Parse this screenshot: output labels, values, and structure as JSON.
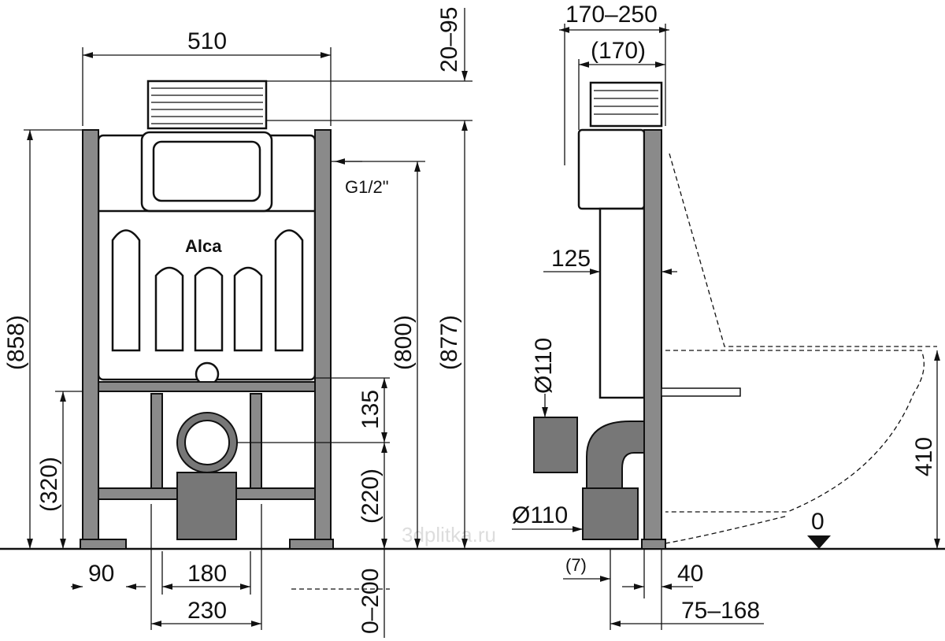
{
  "brand": "Alca",
  "watermark": "3dplitka.ru",
  "front_view": {
    "width_label": "510",
    "top_adjust_label": "20–95",
    "height_frame_label": "(858)",
    "inlet_height_label": "(800)",
    "total_height_label": "(877)",
    "inlet_label": "G1/2\"",
    "bolt_spacing_label": "135",
    "outlet_height_label": "(220)",
    "lower_bar_label": "(320)",
    "foot_label": "90",
    "bolt_width_label": "180",
    "outlet_width_label": "230",
    "floor_adjust_label": "0–200"
  },
  "side_view": {
    "depth_range_label": "170–250",
    "depth_min_label": "(170)",
    "frame_depth_label": "125",
    "pipe_diameter_top_label": "Ø110",
    "pipe_diameter_bottom_label": "Ø110",
    "seat_height_label": "410",
    "floor_zero_label": "0",
    "offset_label": "(7)",
    "frame_width_label": "40",
    "outlet_offset_label": "75–168"
  }
}
